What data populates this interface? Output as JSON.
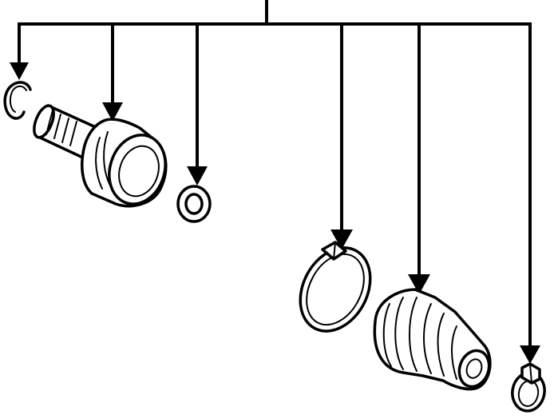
{
  "diagram": {
    "type": "exploded-parts-view",
    "parts": [
      {
        "id": "snap-ring",
        "icon": "snap-ring-icon"
      },
      {
        "id": "outer-joint",
        "icon": "cv-joint-housing-icon"
      },
      {
        "id": "washer",
        "icon": "washer-icon"
      },
      {
        "id": "large-boot-clamp",
        "icon": "band-clamp-icon"
      },
      {
        "id": "boot",
        "icon": "cv-boot-icon"
      },
      {
        "id": "small-boot-clamp",
        "icon": "small-clamp-icon"
      }
    ],
    "line_color": "#000000",
    "background": "#ffffff"
  }
}
